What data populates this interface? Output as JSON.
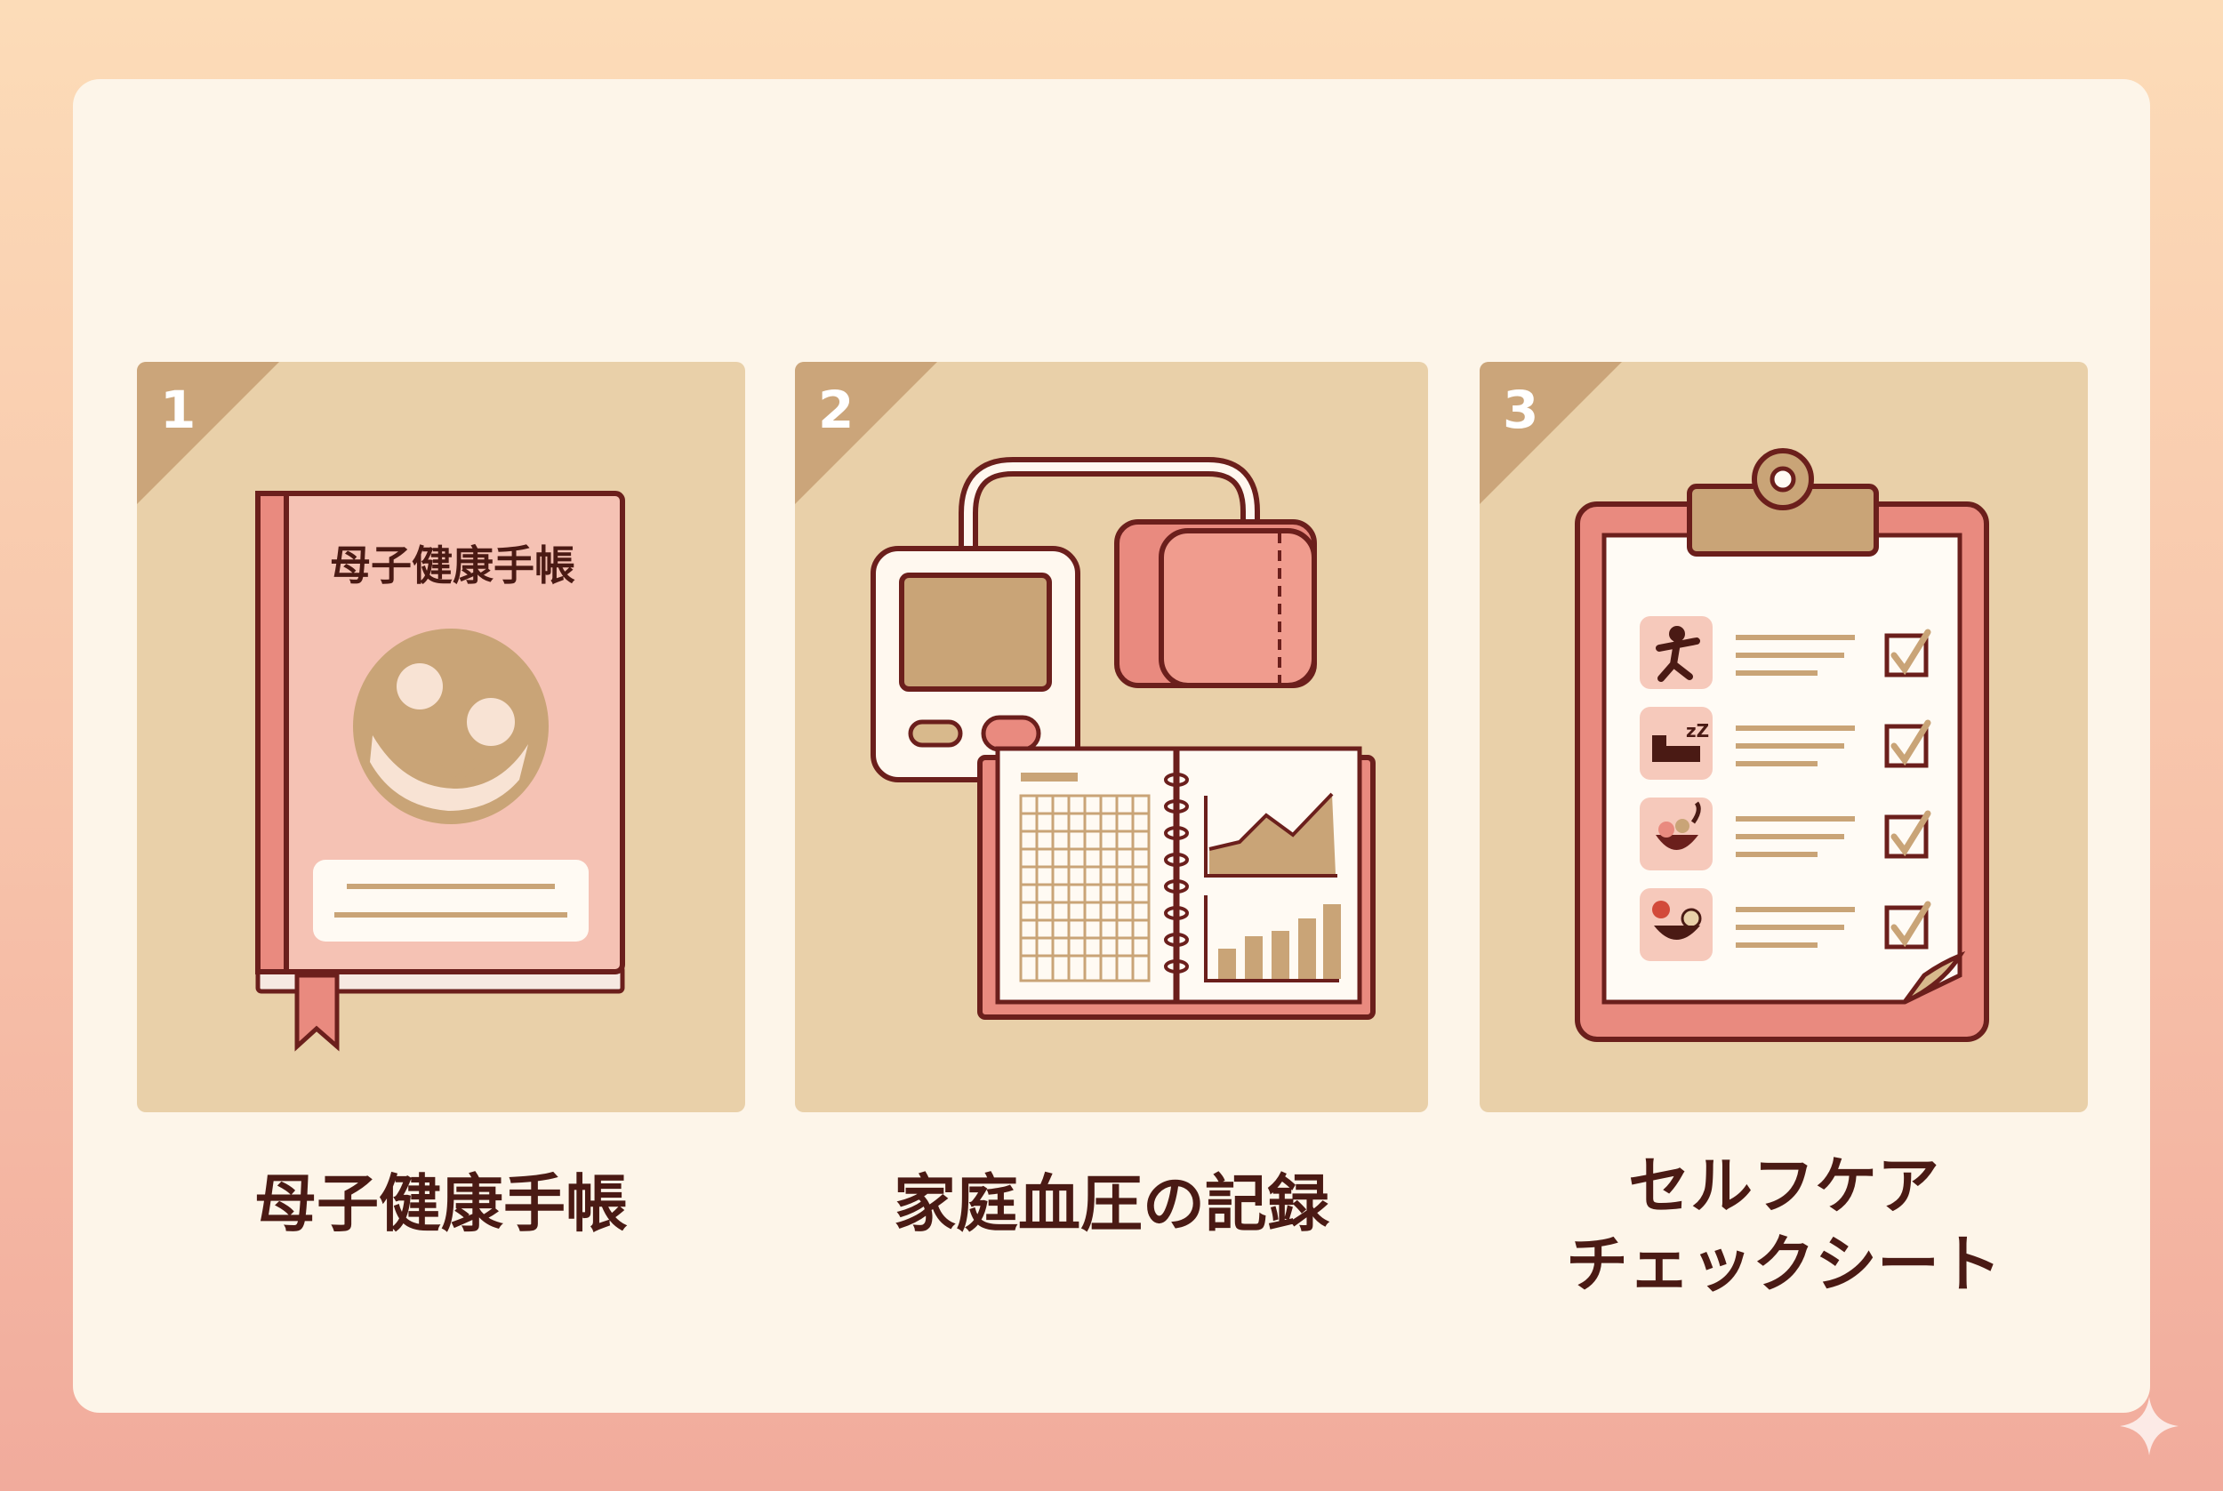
{
  "cards": [
    {
      "number": "1",
      "caption": "母子健康手帳",
      "book_title": "母子健康手帳",
      "icon": "mother-child-handbook-icon"
    },
    {
      "number": "2",
      "caption": "家庭血圧の記録",
      "icon": "blood-pressure-monitor-and-notebook-icon"
    },
    {
      "number": "3",
      "caption_lines": [
        "セルフケア",
        "チェックシート"
      ],
      "icon": "self-care-checklist-clipboard-icon",
      "checklist_icons": [
        "exercise-icon",
        "sleep-icon",
        "salad-icon",
        "fruit-icon"
      ]
    }
  ],
  "colors": {
    "background_top": "#fcdcb8",
    "background_bottom": "#f1ab9c",
    "panel": "#fdf5e9",
    "card": "#e9d0a9",
    "accent_gold": "#cba57a",
    "accent_pink": "#e98a7f",
    "outline": "#6b1f1c",
    "text": "#4a1a14"
  }
}
